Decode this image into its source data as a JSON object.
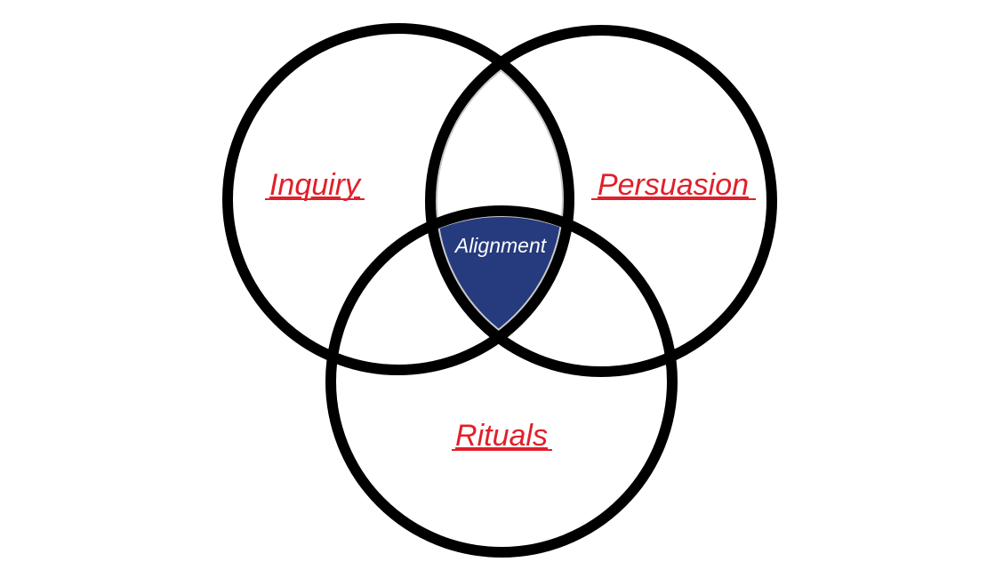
{
  "diagram": {
    "type": "venn",
    "sets": [
      {
        "id": "inquiry",
        "label": "Inquiry"
      },
      {
        "id": "persuasion",
        "label": "Persuasion"
      },
      {
        "id": "rituals",
        "label": "Rituals"
      }
    ],
    "intersection": {
      "label": "Alignment",
      "sets": [
        "inquiry",
        "persuasion",
        "rituals"
      ]
    },
    "colors": {
      "label": "#e0202a",
      "intersection_fill": "#263a7e",
      "intersection_border": "#c8c8c8",
      "circle_stroke": "#000000",
      "intersection_text": "#ffffff"
    }
  }
}
